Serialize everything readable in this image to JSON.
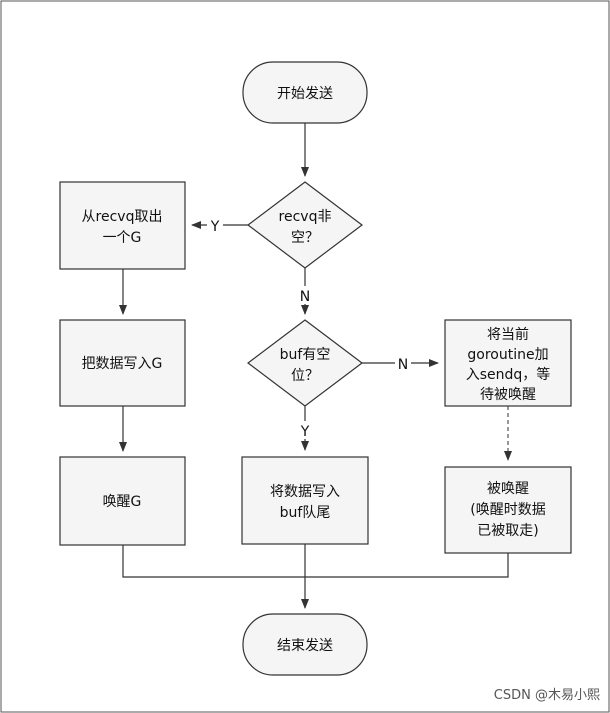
{
  "nodes": {
    "start": "开始发送",
    "check_recvq_1": "recvq非",
    "check_recvq_2": "空？",
    "take_g_1": "从recvq取出",
    "take_g_2": "一个G",
    "write_g": "把数据写入G",
    "wake_g": "唤醒G",
    "check_buf_1": "buf有空",
    "check_buf_2": "位？",
    "enqueue_1": "将当前",
    "enqueue_2": "goroutine加",
    "enqueue_3": "入sendq，等",
    "enqueue_4": "待被唤醒",
    "write_buf_1": "将数据写入",
    "write_buf_2": "buf队尾",
    "woken_1": "被唤醒",
    "woken_2": "(唤醒时数据",
    "woken_3": "已被取走)",
    "end": "结束发送"
  },
  "edge_labels": {
    "recvq_yes": "Y",
    "recvq_no": "N",
    "buf_yes": "Y",
    "buf_no": "N"
  },
  "watermark": "CSDN @木易小熙"
}
